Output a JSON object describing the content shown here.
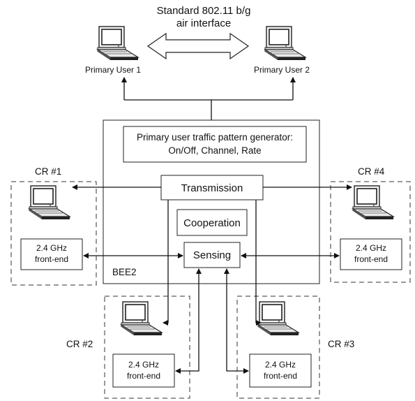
{
  "air_interface": {
    "line1": "Standard 802.11 b/g",
    "line2": "air interface"
  },
  "primary_users": {
    "user1": "Primary User 1",
    "user2": "Primary User 2"
  },
  "bee2": {
    "label": "BEE2",
    "generator_line1": "Primary user traffic pattern generator:",
    "generator_line2": "On/Off, Channel, Rate",
    "transmission": "Transmission",
    "cooperation": "Cooperation",
    "sensing": "Sensing"
  },
  "cr_nodes": {
    "cr1": {
      "label": "CR #1",
      "frontend_line1": "2.4 GHz",
      "frontend_line2": "front-end"
    },
    "cr2": {
      "label": "CR #2",
      "frontend_line1": "2.4 GHz",
      "frontend_line2": "front-end"
    },
    "cr3": {
      "label": "CR #3",
      "frontend_line1": "2.4 GHz",
      "frontend_line2": "front-end"
    },
    "cr4": {
      "label": "CR #4",
      "frontend_line1": "2.4 GHz",
      "frontend_line2": "front-end"
    }
  }
}
